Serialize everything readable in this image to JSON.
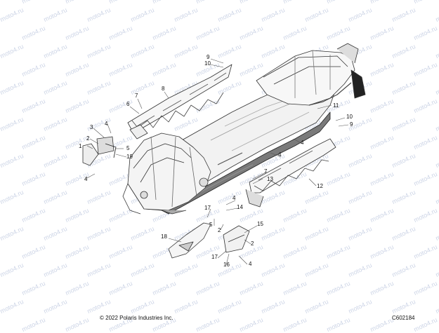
{
  "watermark": {
    "text": "moto4.ru"
  },
  "diagram": {
    "callouts": [
      {
        "id": "c9a",
        "text": "9"
      },
      {
        "id": "c10a",
        "text": "10"
      },
      {
        "id": "c8",
        "text": "8"
      },
      {
        "id": "c7a",
        "text": "7"
      },
      {
        "id": "c6",
        "text": "6"
      },
      {
        "id": "c3",
        "text": "3"
      },
      {
        "id": "c4a",
        "text": "4"
      },
      {
        "id": "c2a",
        "text": "2"
      },
      {
        "id": "c1",
        "text": "1"
      },
      {
        "id": "c5a",
        "text": "5"
      },
      {
        "id": "c19",
        "text": "19"
      },
      {
        "id": "c4b",
        "text": "4"
      },
      {
        "id": "c11",
        "text": "11"
      },
      {
        "id": "c10b",
        "text": "10"
      },
      {
        "id": "c9b",
        "text": "9"
      },
      {
        "id": "c4c",
        "text": "4"
      },
      {
        "id": "c4d",
        "text": "4"
      },
      {
        "id": "c7b",
        "text": "7"
      },
      {
        "id": "c13",
        "text": "13"
      },
      {
        "id": "c12",
        "text": "12"
      },
      {
        "id": "c4e",
        "text": "4"
      },
      {
        "id": "c14",
        "text": "14"
      },
      {
        "id": "c17a",
        "text": "17"
      },
      {
        "id": "c5b",
        "text": "5"
      },
      {
        "id": "c2b",
        "text": "2"
      },
      {
        "id": "c15",
        "text": "15"
      },
      {
        "id": "c18",
        "text": "18"
      },
      {
        "id": "c2c",
        "text": "2"
      },
      {
        "id": "c17b",
        "text": "17"
      },
      {
        "id": "c16",
        "text": "16"
      },
      {
        "id": "c4f",
        "text": "4"
      }
    ]
  },
  "footer": {
    "copyright": "© 2022 Polaris Industries Inc.",
    "code": "C602184"
  }
}
